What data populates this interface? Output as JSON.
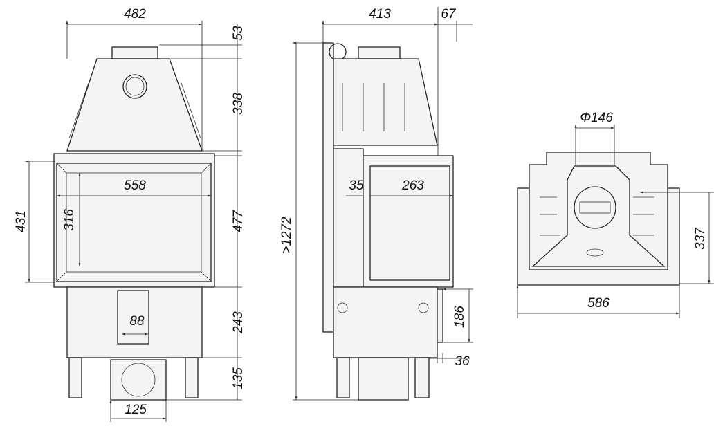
{
  "front_view": {
    "width_top": "482",
    "collar_height": "53",
    "hood_height": "338",
    "door_height_outer": "431",
    "glass_width": "558",
    "glass_height": "316",
    "body_height": "477",
    "lower_height": "243",
    "outlet_width": "88",
    "leg_height": "135",
    "duct_width": "125"
  },
  "side_view": {
    "depth": "413",
    "collar_offset": "67",
    "total_height": ">1272",
    "frame_offset": "35",
    "glass_depth": "263",
    "box_height": "186",
    "box_offset": "36"
  },
  "top_view": {
    "flue_diameter": "Φ146",
    "depth": "337",
    "width": "586"
  }
}
